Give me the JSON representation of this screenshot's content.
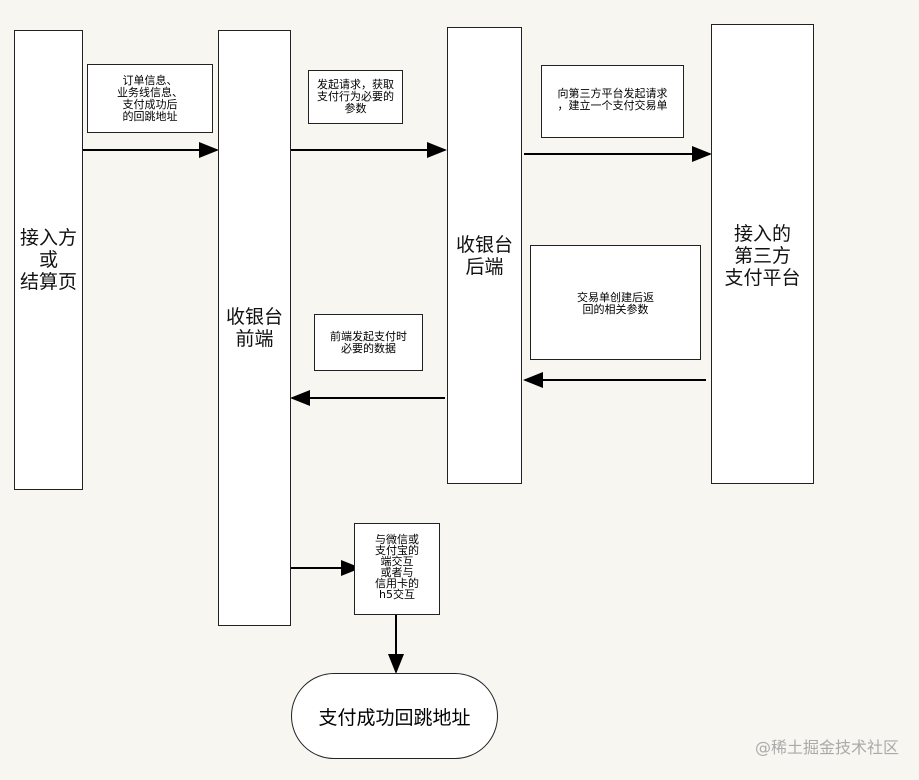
{
  "nodes": {
    "caller": "接入方\n或\n结算页",
    "frontend": "收银台\n前端",
    "backend": "收银台\n后端",
    "third_party": "接入的\n第三方\n支付平台",
    "end": "支付成功回跳地址"
  },
  "notes": {
    "order_info": "订单信息、\n业务线信息、\n支付成功后\n的回跳地址",
    "request_params": "发起请求，获取\n支付行为必要的\n参数",
    "create_trade": "向第三方平台发起请求\n，建立一个支付交易单",
    "trade_return": "交易单创建后返\n回的相关参数",
    "frontend_data": "前端发起支付时\n必要的数据",
    "interaction": "与微信或\n支付宝的\n端交互\n或者与\n信用卡的\nh5交互"
  },
  "watermark": "@稀土掘金技术社区"
}
